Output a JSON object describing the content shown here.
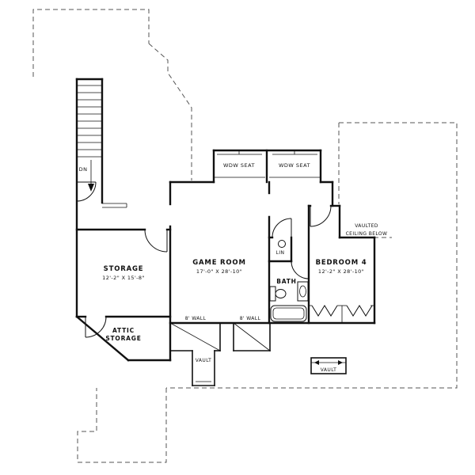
{
  "plan": {
    "labels": {
      "dn": "DN",
      "wdw_seat": "WDW SEAT"
    },
    "rooms": {
      "storage": {
        "name": "STORAGE",
        "dims": "12'-2\" X 15'-8\""
      },
      "game_room": {
        "name": "GAME ROOM",
        "dims": "17'-0\" X 28'-10\""
      },
      "bedroom4": {
        "name": "BEDROOM 4",
        "dims": "12'-2\" X 28'-10\""
      },
      "bath": {
        "name": "BATH"
      },
      "linen": {
        "name": "LIN"
      },
      "attic": {
        "line1": "ATTIC",
        "line2": "STORAGE"
      }
    },
    "notes": {
      "wall8": "8' WALL",
      "vault": "VAULT",
      "vaulted1": "VAULTED",
      "vaulted2": "CEILING BELOW"
    },
    "colors": {
      "wall": "#111111",
      "dashed": "#555555",
      "background": "#ffffff"
    }
  }
}
